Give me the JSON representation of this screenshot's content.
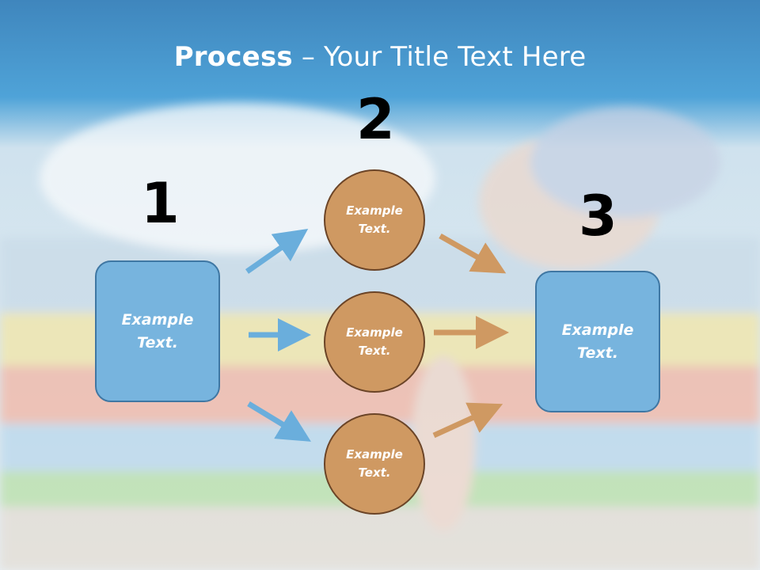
{
  "title": {
    "bold": "Process",
    "rest": " – Your Title Text Here"
  },
  "steps": {
    "one": "1",
    "two": "2",
    "three": "3"
  },
  "left_box": {
    "line1": "Example",
    "line2": "Text."
  },
  "right_box": {
    "line1": "Example",
    "line2": "Text."
  },
  "circles": [
    {
      "line1": "Example",
      "line2": "Text."
    },
    {
      "line1": "Example",
      "line2": "Text."
    },
    {
      "line1": "Example",
      "line2": "Text."
    }
  ],
  "colors": {
    "blue_arrow": "#6aaedc",
    "brown_arrow": "#cf9962",
    "box_fill": "#77b4de",
    "circle_fill": "#cf9962"
  }
}
